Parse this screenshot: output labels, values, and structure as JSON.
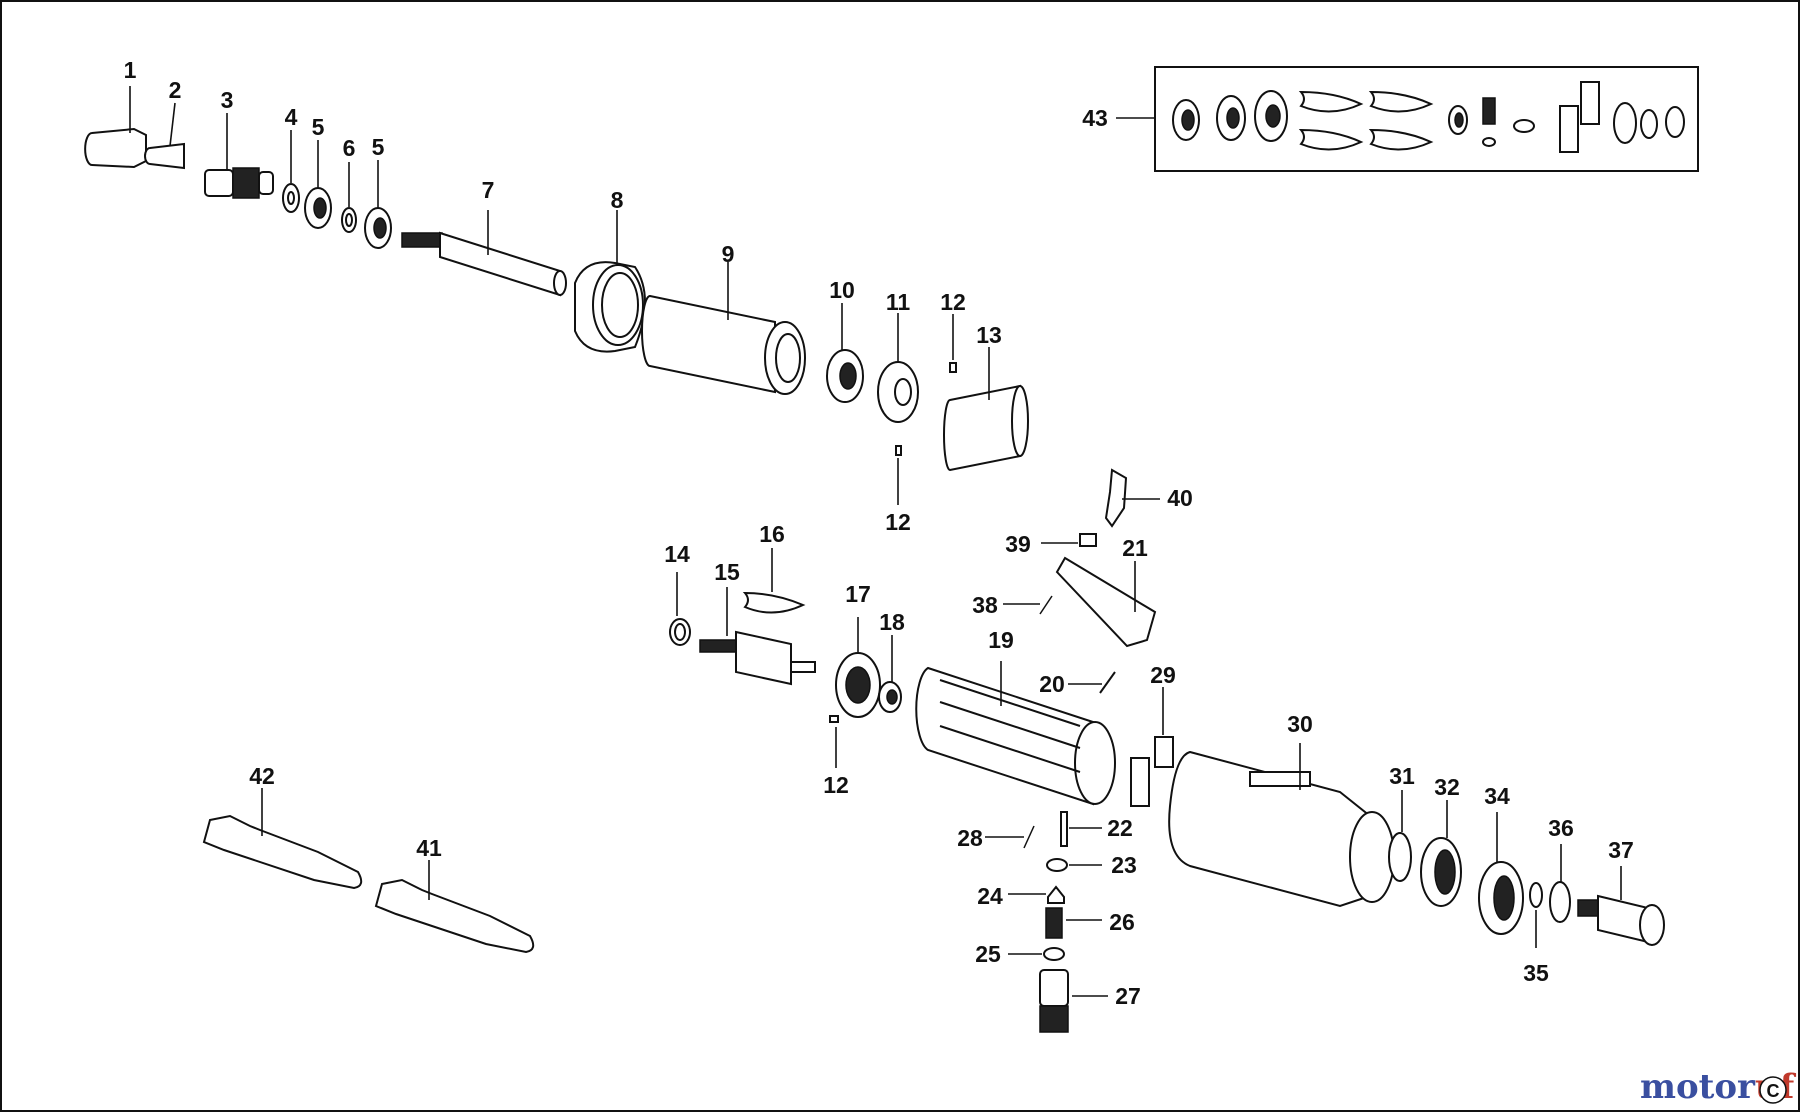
{
  "diagram": {
    "callouts": [
      "1",
      "2",
      "3",
      "4",
      "5",
      "6",
      "5",
      "7",
      "8",
      "9",
      "10",
      "11",
      "12",
      "13",
      "12",
      "14",
      "15",
      "16",
      "17",
      "18",
      "12",
      "19",
      "20",
      "21",
      "38",
      "39",
      "40",
      "29",
      "30",
      "31",
      "32",
      "34",
      "36",
      "35",
      "37",
      "28",
      "22",
      "23",
      "24",
      "26",
      "25",
      "27",
      "42",
      "41",
      "43"
    ]
  },
  "watermark": {
    "text": "motoruf",
    "colors": [
      "#3a4fa0",
      "#c0392b"
    ]
  },
  "corner_mark": "C"
}
